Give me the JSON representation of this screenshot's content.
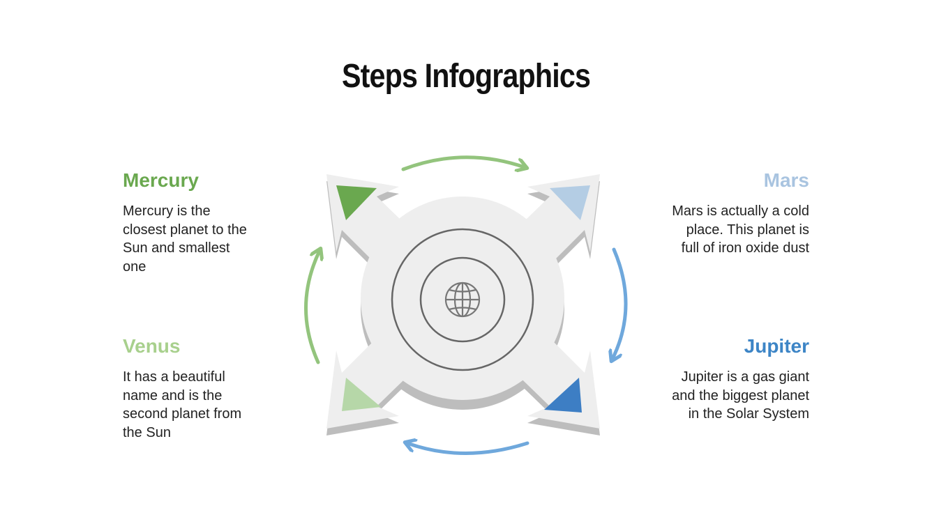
{
  "title": "Steps Infographics",
  "colors": {
    "green_dark": "#6aa84f",
    "green_light": "#b6d7a8",
    "blue_light": "#b4cde4",
    "blue_dark": "#3d7ec4",
    "arrow_green": "#93c47d",
    "arrow_blue": "#6fa8dc",
    "shape_gray": "#eeeeee",
    "shadow_gray": "#bdbdbd",
    "text": "#222222"
  },
  "center_icon": "globe-icon",
  "steps": {
    "mercury": {
      "heading": "Mercury",
      "body": "Mercury is the closest planet to the Sun and smallest one",
      "color": "#6aa84f"
    },
    "mars": {
      "heading": "Mars",
      "body": "Mars is actually a cold place. This planet is full of iron oxide dust",
      "color": "#a9c4e0"
    },
    "venus": {
      "heading": "Venus",
      "body": "It has a beautiful name and is the second planet from the Sun",
      "color": "#a8d08d"
    },
    "jupiter": {
      "heading": "Jupiter",
      "body": "Jupiter is a gas giant and the biggest planet in the Solar System",
      "color": "#3d85c6"
    }
  }
}
